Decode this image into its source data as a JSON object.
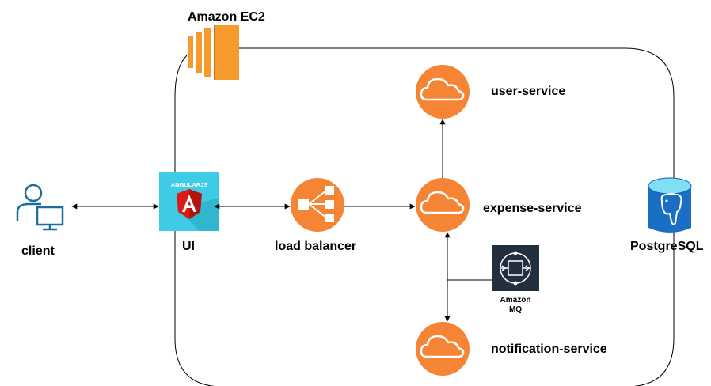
{
  "diagram": {
    "ec2_label": "Amazon EC2",
    "client_label": "client",
    "ui_label": "UI",
    "angular_badge": "ANGULARJS",
    "load_balancer_label": "load balancer",
    "user_service_label": "user-service",
    "expense_service_label": "expense-service",
    "notification_service_label": "notification-service",
    "mq_label_line1": "Amazon",
    "mq_label_line2": "MQ",
    "postgres_label": "PostgreSQL"
  },
  "colors": {
    "aws_orange": "#f58534",
    "ec2_orange": "#f79a2e",
    "angular_bg": "#3ecbe5",
    "angular_red": "#dd1b16",
    "client_blue": "#1b6f9e",
    "mq_bg": "#232f3e",
    "postgres_blue": "#1a6fc4",
    "postgres_cyan": "#7fe0f5"
  }
}
